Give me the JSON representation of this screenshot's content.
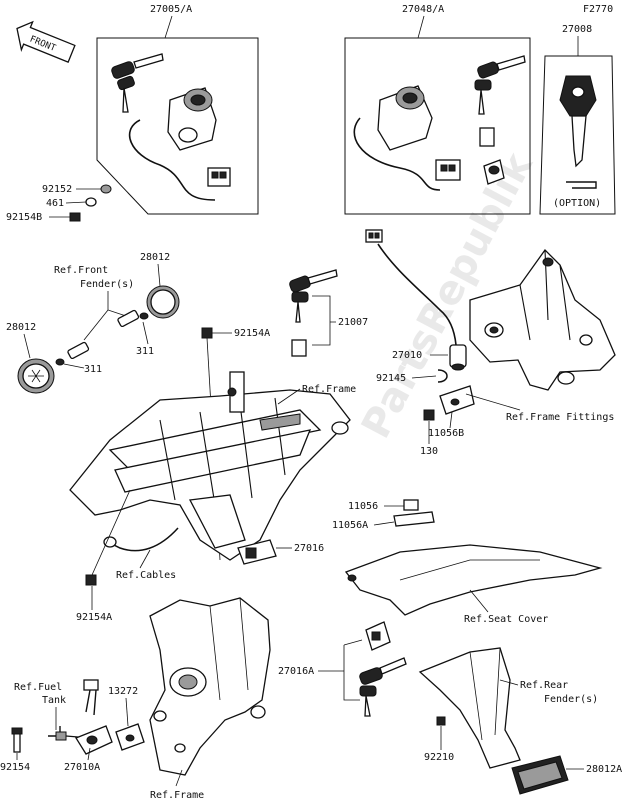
{
  "figure_code": "F2770",
  "front_indicator": "FRONT",
  "watermark": "PartsRepublik",
  "part_labels": {
    "p27005A": "27005/A",
    "p27048A": "27048/A",
    "p27008": "27008",
    "option": "(OPTION)",
    "p92152": "92152",
    "p461": "461",
    "p92154B": "92154B",
    "p28012_top": "28012",
    "ref_front_fender_1": "Ref.Front",
    "ref_front_fender_2": "Fender(s)",
    "p28012_left": "28012",
    "p311_a": "311",
    "p311_b": "311",
    "p92154A_top": "92154A",
    "p21007": "21007",
    "ref_frame_top": "Ref.Frame",
    "p27010": "27010",
    "p92145": "92145",
    "ref_frame_fittings": "Ref.Frame Fittings",
    "p11056B": "11056B",
    "p130": "130",
    "p27016": "27016",
    "p11056": "11056",
    "p11056A": "11056A",
    "ref_cables": "Ref.Cables",
    "p92154A_low": "92154A",
    "ref_seat_cover": "Ref.Seat Cover",
    "p27016A": "27016A",
    "ref_rear_fender_1": "Ref.Rear",
    "ref_rear_fender_2": "Fender(s)",
    "ref_fuel_tank_1": "Ref.Fuel",
    "ref_fuel_tank_2": "Tank",
    "p13272": "13272",
    "p92154": "92154",
    "p27010A": "27010A",
    "ref_frame_bottom": "Ref.Frame",
    "p92210": "92210",
    "p28012A": "28012A"
  }
}
